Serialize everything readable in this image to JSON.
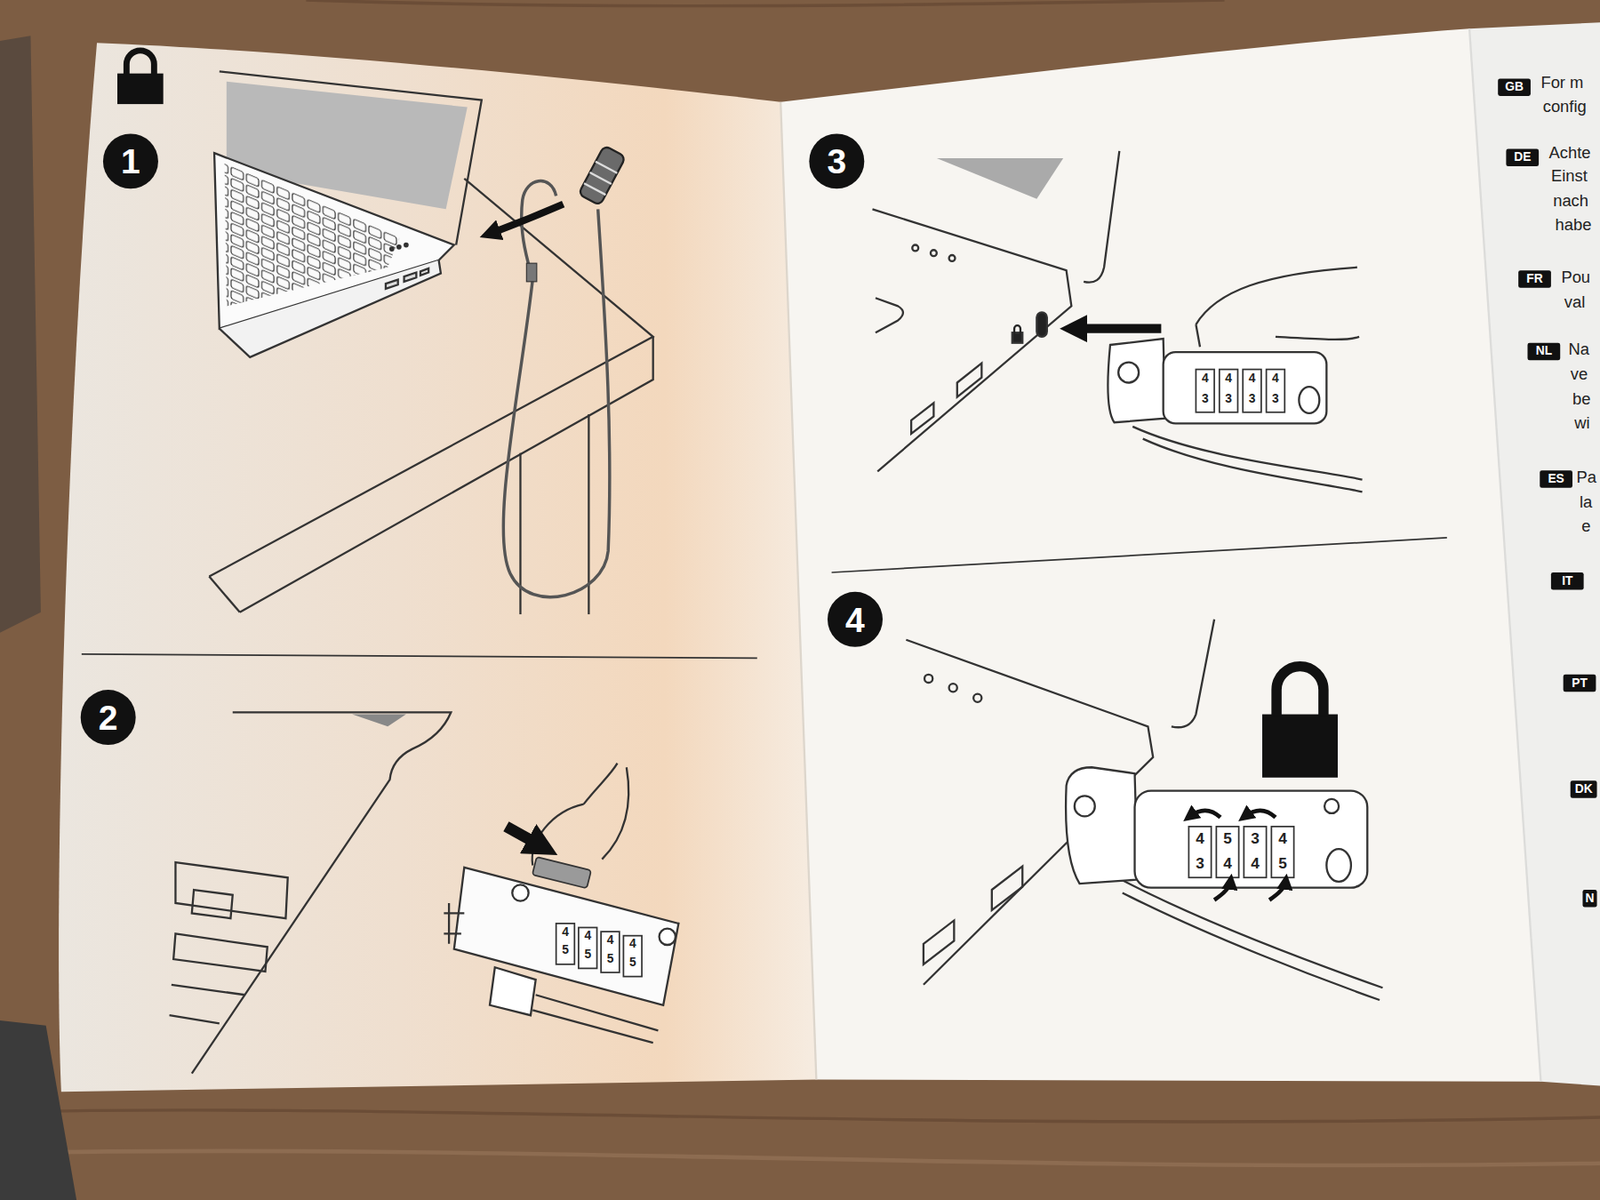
{
  "diagram": {
    "nodes": [
      {
        "text": [
          "1"
        ]
      },
      {
        "text": [
          "2"
        ]
      },
      {
        "text": [
          "3"
        ]
      },
      {
        "text": [
          "4"
        ]
      },
      {
        "text": [
          "GB"
        ]
      },
      {
        "text": [
          "DE"
        ]
      },
      {
        "text": [
          "FR"
        ]
      },
      {
        "text": [
          "NL"
        ]
      },
      {
        "text": [
          "ES"
        ]
      },
      {
        "text": [
          "IT"
        ]
      },
      {
        "text": [
          "PT"
        ]
      },
      {
        "text": [
          "DK"
        ]
      },
      {
        "text": [
          "N"
        ]
      }
    ],
    "labels": [
      "4",
      "5",
      "4",
      "5",
      "4",
      "5",
      "4",
      "5",
      "4",
      "3",
      "4",
      "3",
      "4",
      "3",
      "4",
      "3",
      "4",
      "3",
      "5",
      "4",
      "3",
      "4",
      "4",
      "5",
      "For m",
      "config",
      "Achte",
      "Einst",
      "nach",
      "habe",
      "Pou",
      "val",
      "Na",
      "ve",
      "be",
      "wi",
      "Pa",
      "la",
      "e"
    ]
  }
}
